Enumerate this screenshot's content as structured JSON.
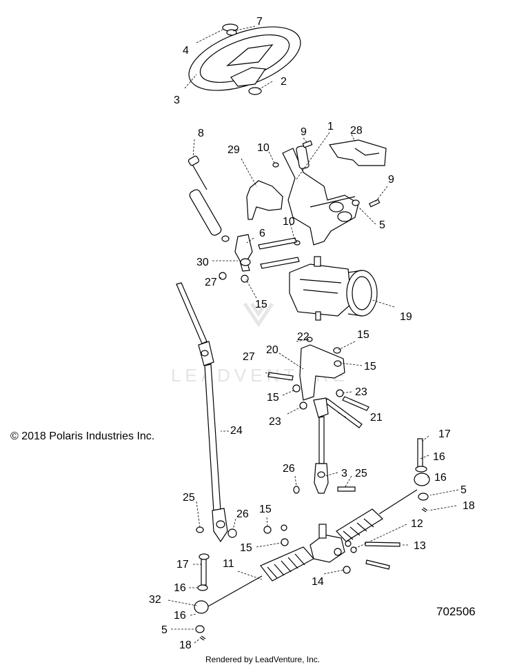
{
  "brand_color": "#000000",
  "watermark": {
    "text": "LEADVENTURE"
  },
  "copyright": "© 2018 Polaris Industries Inc.",
  "diagram_id": "702506",
  "footer": "Rendered by LeadVenture, Inc.",
  "callouts": [
    {
      "label": "7"
    },
    {
      "label": "4"
    },
    {
      "label": "2"
    },
    {
      "label": "3"
    },
    {
      "label": "8"
    },
    {
      "label": "9"
    },
    {
      "label": "1"
    },
    {
      "label": "28"
    },
    {
      "label": "10"
    },
    {
      "label": "29"
    },
    {
      "label": "9"
    },
    {
      "label": "5"
    },
    {
      "label": "10"
    },
    {
      "label": "6"
    },
    {
      "label": "30"
    },
    {
      "label": "27"
    },
    {
      "label": "15"
    },
    {
      "label": "19"
    },
    {
      "label": "22"
    },
    {
      "label": "15"
    },
    {
      "label": "20"
    },
    {
      "label": "27"
    },
    {
      "label": "15"
    },
    {
      "label": "15"
    },
    {
      "label": "23"
    },
    {
      "label": "23"
    },
    {
      "label": "21"
    },
    {
      "label": "24"
    },
    {
      "label": "17"
    },
    {
      "label": "16"
    },
    {
      "label": "26"
    },
    {
      "label": "3"
    },
    {
      "label": "25"
    },
    {
      "label": "16"
    },
    {
      "label": "5"
    },
    {
      "label": "18"
    },
    {
      "label": "25"
    },
    {
      "label": "26"
    },
    {
      "label": "15"
    },
    {
      "label": "12"
    },
    {
      "label": "15"
    },
    {
      "label": "13"
    },
    {
      "label": "17"
    },
    {
      "label": "11"
    },
    {
      "label": "14"
    },
    {
      "label": "16"
    },
    {
      "label": "32"
    },
    {
      "label": "16"
    },
    {
      "label": "5"
    },
    {
      "label": "18"
    }
  ]
}
